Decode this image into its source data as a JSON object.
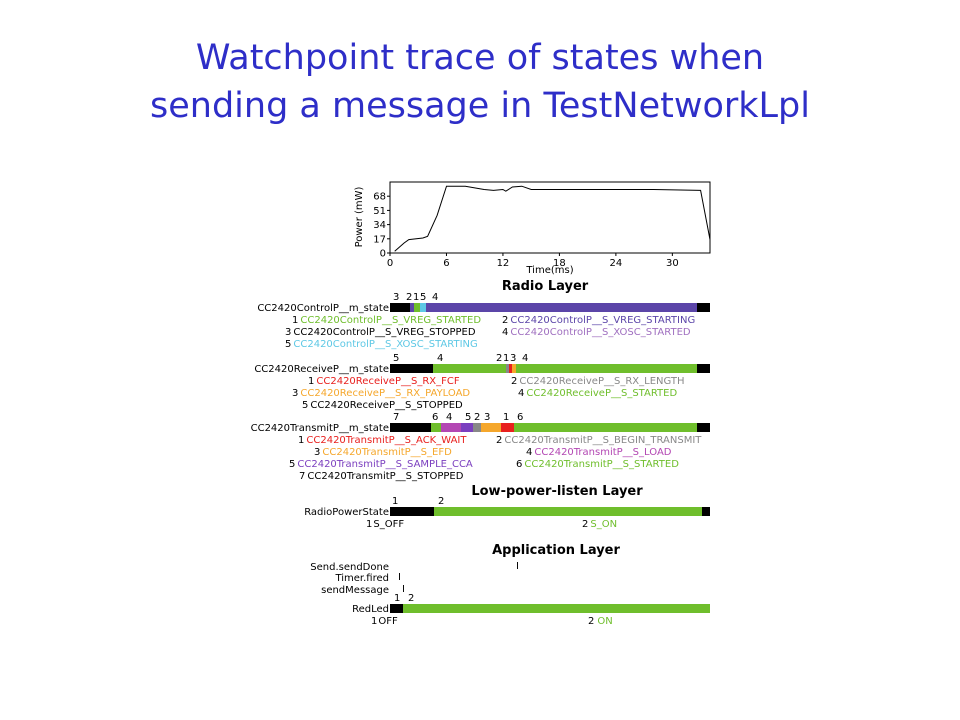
{
  "slide": {
    "title_line1": "Watchpoint trace of states when",
    "title_line2": "sending a message in TestNetworkLpl"
  },
  "chart_data": {
    "type": "line",
    "xlabel": "Time(ms)",
    "ylabel": "Power (mW)",
    "xticks": [
      0,
      6,
      12,
      18,
      24,
      30
    ],
    "yticks": [
      0,
      17,
      34,
      51,
      68
    ],
    "xlim": [
      0,
      34
    ],
    "ylim": [
      0,
      85
    ],
    "series": [
      {
        "x": [
          0.5,
          1.5,
          2,
          3.5,
          4,
          5,
          6,
          8,
          10,
          11,
          12,
          12.3,
          13,
          14,
          15,
          20,
          28,
          33,
          34
        ],
        "y": [
          2,
          12,
          16,
          18,
          20,
          45,
          80,
          80,
          76,
          75,
          76,
          74,
          79,
          80,
          76,
          76,
          76,
          75,
          16
        ]
      }
    ]
  },
  "colors": {
    "black": "#000000",
    "green": "#6fbe2c",
    "purple": "#5b45a8",
    "cyan": "#5ec8e5",
    "red": "#e8201e",
    "orange": "#f5a72c",
    "gray": "#888888",
    "magenta": "#b347b3",
    "violet": "#7b3fbf",
    "lightpurple": "#a070c0",
    "title": "#2e2ec8"
  },
  "sections": {
    "radio": "Radio Layer",
    "lpl": "Low-power-listen Layer",
    "app": "Application Layer"
  },
  "control": {
    "label": "CC2420ControlP__m_state",
    "marks": [
      "3",
      "2",
      "1",
      "5",
      "4"
    ],
    "legend": [
      {
        "num": "1",
        "name": "CC2420ControlP__S_VREG_STARTED"
      },
      {
        "num": "2",
        "name": "CC2420ControlP__S_VREG_STARTING"
      },
      {
        "num": "3",
        "name": "CC2420ControlP__S_VREG_STOPPED"
      },
      {
        "num": "4",
        "name": "CC2420ControlP__S_XOSC_STARTED"
      },
      {
        "num": "5",
        "name": "CC2420ControlP__S_XOSC_STARTING"
      }
    ]
  },
  "receive": {
    "label": "CC2420ReceiveP__m_state",
    "marks": [
      "5",
      "4",
      "2",
      "1",
      "3",
      "4"
    ],
    "legend": [
      {
        "num": "1",
        "name": "CC2420ReceiveP__S_RX_FCF"
      },
      {
        "num": "2",
        "name": "CC2420ReceiveP__S_RX_LENGTH"
      },
      {
        "num": "3",
        "name": "CC2420ReceiveP__S_RX_PAYLOAD"
      },
      {
        "num": "4",
        "name": "CC2420ReceiveP__S_STARTED"
      },
      {
        "num": "5",
        "name": "CC2420ReceiveP__S_STOPPED"
      }
    ]
  },
  "transmit": {
    "label": "CC2420TransmitP__m_state",
    "marks": [
      "7",
      "6",
      "4",
      "5",
      "2",
      "3",
      "1",
      "6"
    ],
    "legend": [
      {
        "num": "1",
        "name": "CC2420TransmitP__S_ACK_WAIT"
      },
      {
        "num": "2",
        "name": "CC2420TransmitP__S_BEGIN_TRANSMIT"
      },
      {
        "num": "3",
        "name": "CC2420TransmitP__S_EFD"
      },
      {
        "num": "4",
        "name": "CC2420TransmitP__S_LOAD"
      },
      {
        "num": "5",
        "name": "CC2420TransmitP__S_SAMPLE_CCA"
      },
      {
        "num": "6",
        "name": "CC2420TransmitP__S_STARTED"
      },
      {
        "num": "7",
        "name": "CC2420TransmitP__S_STOPPED"
      }
    ]
  },
  "power": {
    "label": "RadioPowerState",
    "marks": [
      "1",
      "2"
    ],
    "legend": [
      {
        "num": "1",
        "name": "S_OFF"
      },
      {
        "num": "2",
        "name": "S_ON"
      }
    ]
  },
  "app": {
    "send_done": "Send.sendDone",
    "timer_fired": "Timer.fired",
    "send_message": "sendMessage",
    "event_marks": [
      "1",
      "2"
    ],
    "tick_glyph": "I",
    "led_label": "RedLed",
    "legend": [
      {
        "num": "1",
        "name": "OFF"
      },
      {
        "num": "2",
        "name": "ON"
      }
    ]
  }
}
